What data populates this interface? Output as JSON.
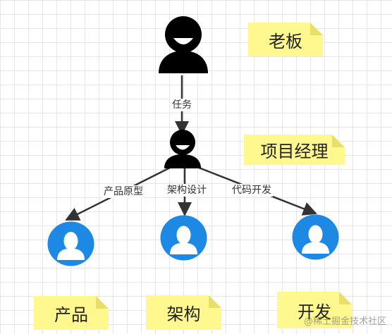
{
  "labels": {
    "boss": "老板",
    "pm": "项目经理",
    "product": "产品",
    "architecture": "架构",
    "development": "开发"
  },
  "edges": {
    "task": "任务",
    "prototype": "产品原型",
    "design": "架构设计",
    "coding": "代码开发"
  },
  "watermark": "@稀土掘金技术社区",
  "colors": {
    "note": "#fff88f",
    "person_dark": "#000000",
    "person_blue": "#1e88e5",
    "connector": "#333333"
  }
}
